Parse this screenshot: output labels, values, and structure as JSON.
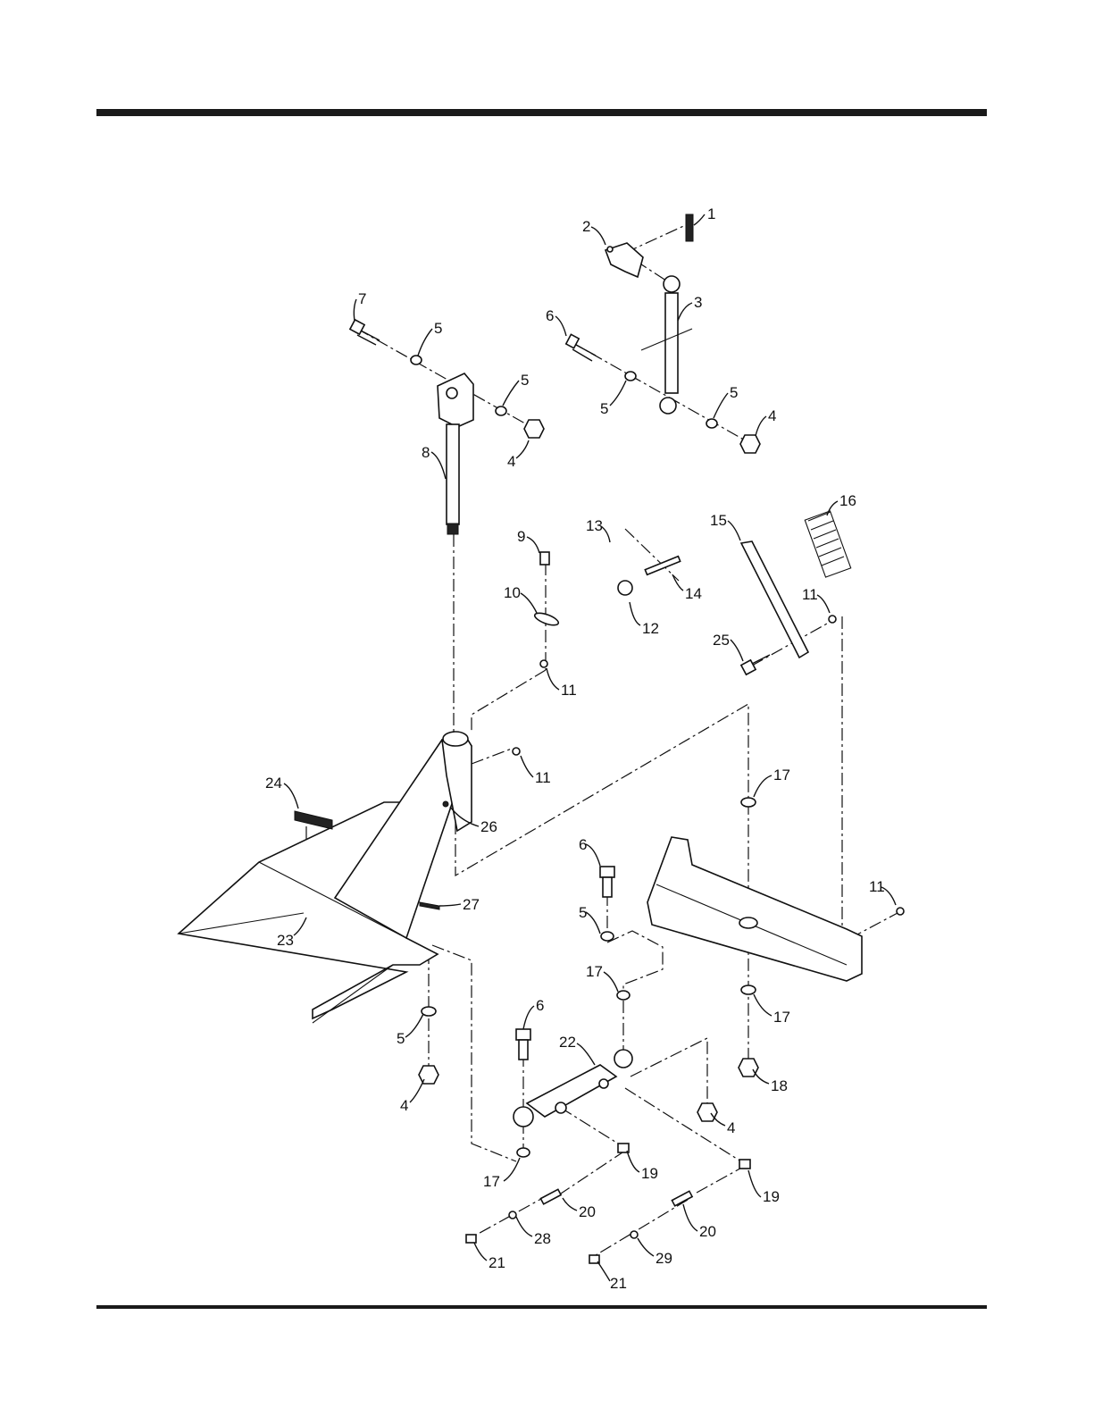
{
  "callouts": [
    {
      "id": "c1",
      "text": "1"
    },
    {
      "id": "c2",
      "text": "2"
    },
    {
      "id": "c3",
      "text": "3"
    },
    {
      "id": "c6a",
      "text": "6"
    },
    {
      "id": "c7",
      "text": "7"
    },
    {
      "id": "c5a",
      "text": "5"
    },
    {
      "id": "c5b",
      "text": "5"
    },
    {
      "id": "c5c",
      "text": "5"
    },
    {
      "id": "c5d",
      "text": "5"
    },
    {
      "id": "c4a",
      "text": "4"
    },
    {
      "id": "c4b",
      "text": "4"
    },
    {
      "id": "c8",
      "text": "8"
    },
    {
      "id": "c16",
      "text": "16"
    },
    {
      "id": "c15",
      "text": "15"
    },
    {
      "id": "c13",
      "text": "13"
    },
    {
      "id": "c9",
      "text": "9"
    },
    {
      "id": "c10",
      "text": "10"
    },
    {
      "id": "c14",
      "text": "14"
    },
    {
      "id": "c12",
      "text": "12"
    },
    {
      "id": "c11a",
      "text": "11"
    },
    {
      "id": "c25",
      "text": "25"
    },
    {
      "id": "c11b",
      "text": "11"
    },
    {
      "id": "c11c",
      "text": "11"
    },
    {
      "id": "c17a",
      "text": "17"
    },
    {
      "id": "c24",
      "text": "24"
    },
    {
      "id": "c26",
      "text": "26"
    },
    {
      "id": "c6b",
      "text": "6"
    },
    {
      "id": "c11d",
      "text": "11"
    },
    {
      "id": "c27",
      "text": "27"
    },
    {
      "id": "c5e",
      "text": "5"
    },
    {
      "id": "c23",
      "text": "23"
    },
    {
      "id": "c17b",
      "text": "17"
    },
    {
      "id": "c17c",
      "text": "17"
    },
    {
      "id": "c6c",
      "text": "6"
    },
    {
      "id": "c22",
      "text": "22"
    },
    {
      "id": "c5f",
      "text": "5"
    },
    {
      "id": "c18",
      "text": "18"
    },
    {
      "id": "c4c",
      "text": "4"
    },
    {
      "id": "c4d",
      "text": "4"
    },
    {
      "id": "c17d",
      "text": "17"
    },
    {
      "id": "c19a",
      "text": "19"
    },
    {
      "id": "c19b",
      "text": "19"
    },
    {
      "id": "c20a",
      "text": "20"
    },
    {
      "id": "c28",
      "text": "28"
    },
    {
      "id": "c20b",
      "text": "20"
    },
    {
      "id": "c21a",
      "text": "21"
    },
    {
      "id": "c29",
      "text": "29"
    },
    {
      "id": "c21b",
      "text": "21"
    }
  ]
}
